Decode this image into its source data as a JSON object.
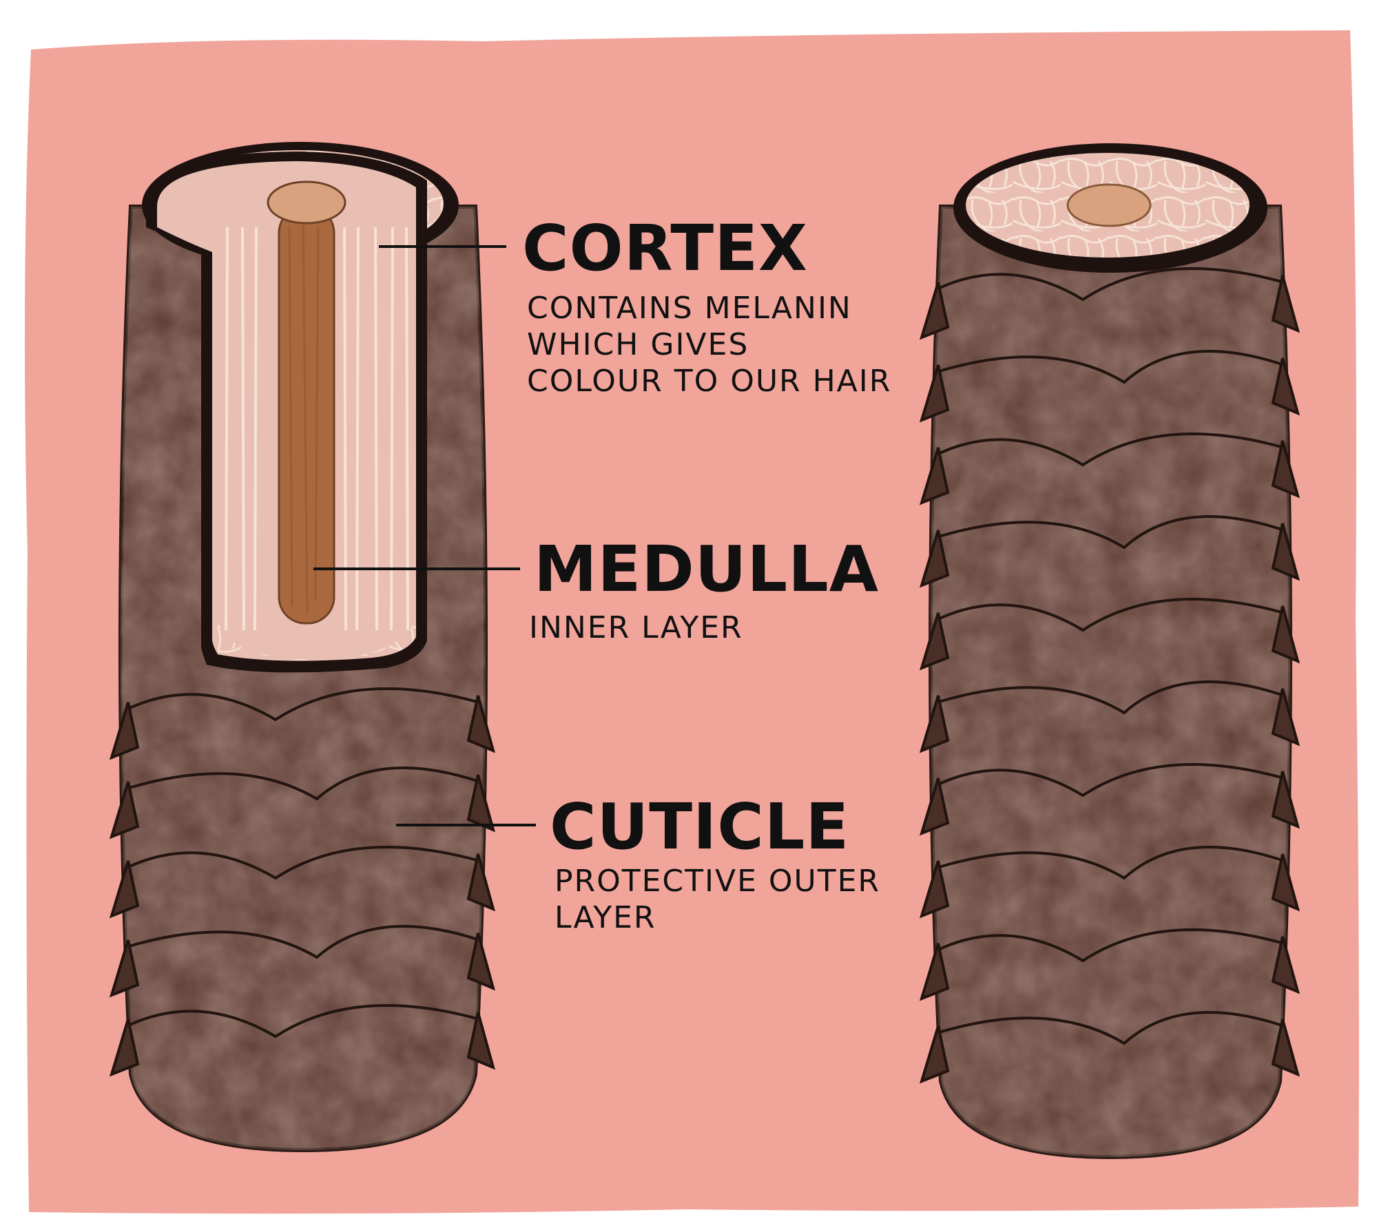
{
  "colors": {
    "background": "#f6a297",
    "cuticle": "#5e3e35",
    "cuticle_outline": "#2b1a15",
    "cortex": "#e8bfb2",
    "cortex_cells": "#f7e2d6",
    "medulla": "#a9683e",
    "medulla_top": "#d8a27e",
    "label_text": "#111111"
  },
  "labels": {
    "cortex": {
      "title": "CORTEX",
      "description": [
        "CONTAINS MELANIN",
        "WHICH GIVES",
        "COLOUR TO OUR HAIR"
      ]
    },
    "medulla": {
      "title": "MEDULLA",
      "description": [
        "INNER LAYER"
      ]
    },
    "cuticle": {
      "title": "CUTICLE",
      "description": [
        "PROTECTIVE OUTER",
        "LAYER"
      ]
    }
  }
}
